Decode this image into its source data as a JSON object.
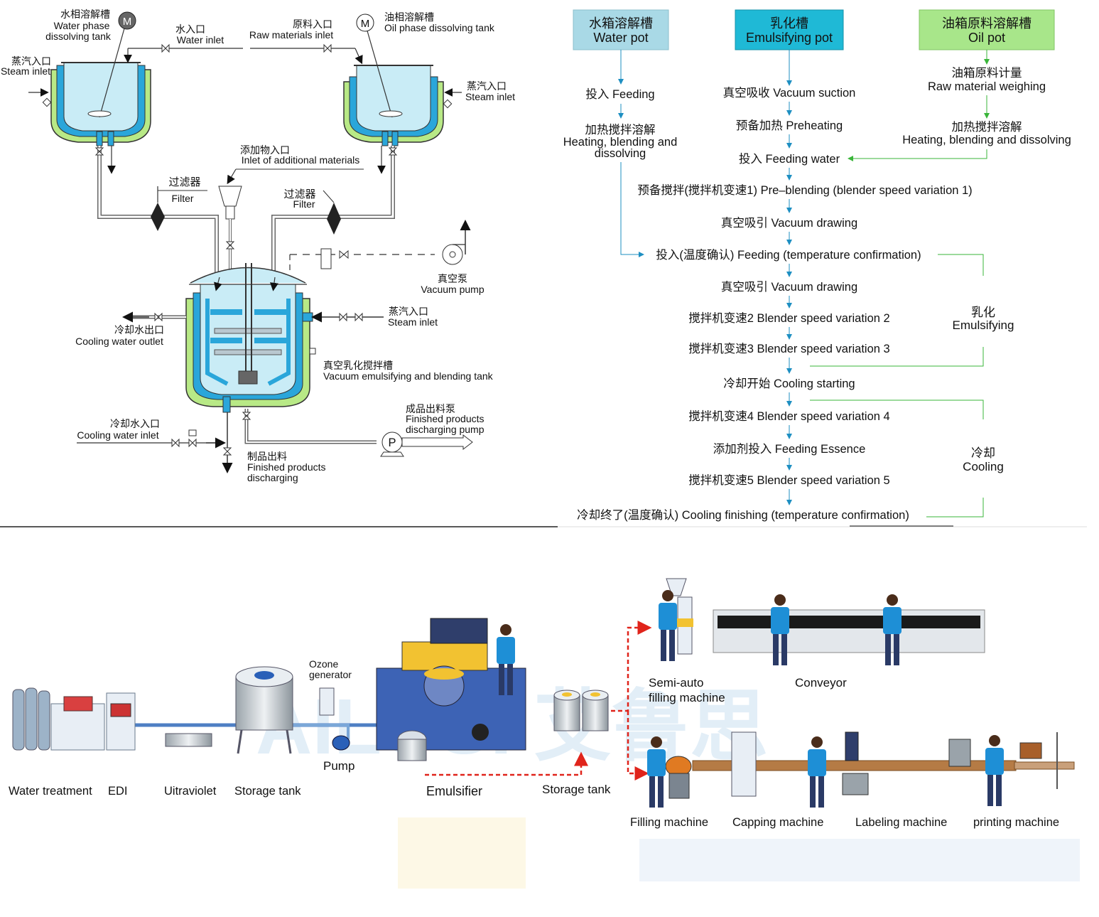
{
  "schematic": {
    "water_tank": {
      "cn": "水相溶解槽",
      "en1": "Water phase",
      "en2": "dissolving tank"
    },
    "oil_tank": {
      "cn": "油相溶解槽",
      "en": "Oil phase dissolving tank"
    },
    "motor": "M",
    "water_inlet": {
      "cn": "水入口",
      "en": "Water inlet"
    },
    "raw_inlet": {
      "cn": "原料入口",
      "en": "Raw materials inlet"
    },
    "steam_left": {
      "cn": "蒸汽入口",
      "en": "Steam inlet"
    },
    "steam_right": {
      "cn": "蒸汽入口",
      "en": "Steam inlet"
    },
    "additive_inlet": {
      "cn": "添加物入口",
      "en": "Inlet of additional materials"
    },
    "filter_left": {
      "cn": "过滤器",
      "en": "Filter"
    },
    "filter_right": {
      "cn": "过滤器",
      "en": "Filter"
    },
    "vacuum_pump": {
      "cn": "真空泵",
      "en": "Vacuum pump"
    },
    "cooling_outlet": {
      "cn": "冷却水出口",
      "en": "Cooling water outlet"
    },
    "steam_main": {
      "cn": "蒸汽入口",
      "en": "Steam inlet"
    },
    "main_tank": {
      "cn": "真空乳化搅拌槽",
      "en": "Vacuum emulsifying and blending tank"
    },
    "cooling_inlet": {
      "cn": "冷却水入口",
      "en": "Cooling water inlet"
    },
    "discharge_pump": {
      "cn": "成品出料泵",
      "en1": "Finished products",
      "en2": "discharging pump"
    },
    "pump_letter": "P",
    "finished_discharge": {
      "cn": "制品出料",
      "en1": "Finished products",
      "en2": "discharging"
    }
  },
  "flowchart": {
    "headers": [
      {
        "cn": "水箱溶解槽",
        "en": "Water pot",
        "color": "#a9d9e6"
      },
      {
        "cn": "乳化槽",
        "en": "Emulsifying pot",
        "color": "#1fb9d6"
      },
      {
        "cn": "油箱原料溶解槽",
        "en": "Oil pot",
        "color": "#a8e68a"
      }
    ],
    "water_steps": [
      "投入 Feeding",
      "加热搅拌溶解",
      "Heating, blending and",
      "dissolving"
    ],
    "oil_steps": [
      "油箱原料计量",
      "Raw material weighing",
      "加热搅拌溶解",
      "Heating, blending and dissolving"
    ],
    "main_steps": [
      "真空吸收 Vacuum suction",
      "预备加热 Preheating",
      "投入 Feeding water",
      "预备搅拌(搅拌机变速1) Pre–blending (blender speed variation 1)",
      "真空吸引 Vacuum drawing",
      "投入(温度确认) Feeding (temperature confirmation)",
      "真空吸引 Vacuum drawing",
      "搅拌机变速2 Blender speed variation 2",
      "搅拌机变速3 Blender speed variation 3",
      "冷却开始 Cooling starting",
      "搅拌机变速4 Blender speed variation 4",
      "添加剂投入 Feeding Essence",
      "搅拌机变速5 Blender speed variation 5",
      "冷却终了(温度确认) Cooling finishing (temperature confirmation)"
    ],
    "emulsifying": {
      "cn": "乳化",
      "en": "Emulsifying"
    },
    "cooling": {
      "cn": "冷却",
      "en": "Cooling"
    }
  },
  "production_line": {
    "labels": {
      "water_treatment": "Water treatment",
      "edi": "EDI",
      "ultraviolet": "Uitraviolet",
      "storage_tank_1": "Storage tank",
      "ozone1": "Ozone",
      "ozone2": "generator",
      "pump": "Pump",
      "emulsifier": "Emulsifier",
      "storage_tank_2": "Storage tank",
      "semi_auto1": "Semi-auto",
      "semi_auto2": "filling machine",
      "conveyor": "Conveyor",
      "filling": "Filling machine",
      "capping": "Capping machine",
      "labeling": "Labeling machine",
      "printing": "printing machine"
    },
    "watermark": "AILUSI 艾鲁思"
  },
  "colors": {
    "pipe": "#555555",
    "tank_fill": "#c9ecf6",
    "jacket_blue": "#2aa6da",
    "jacket_green": "#b8e986",
    "flow_arrow": "#1e8fc2",
    "green_line": "#39b539",
    "red_dashed": "#e0241b",
    "worker_blue": "#1e8fd6"
  }
}
